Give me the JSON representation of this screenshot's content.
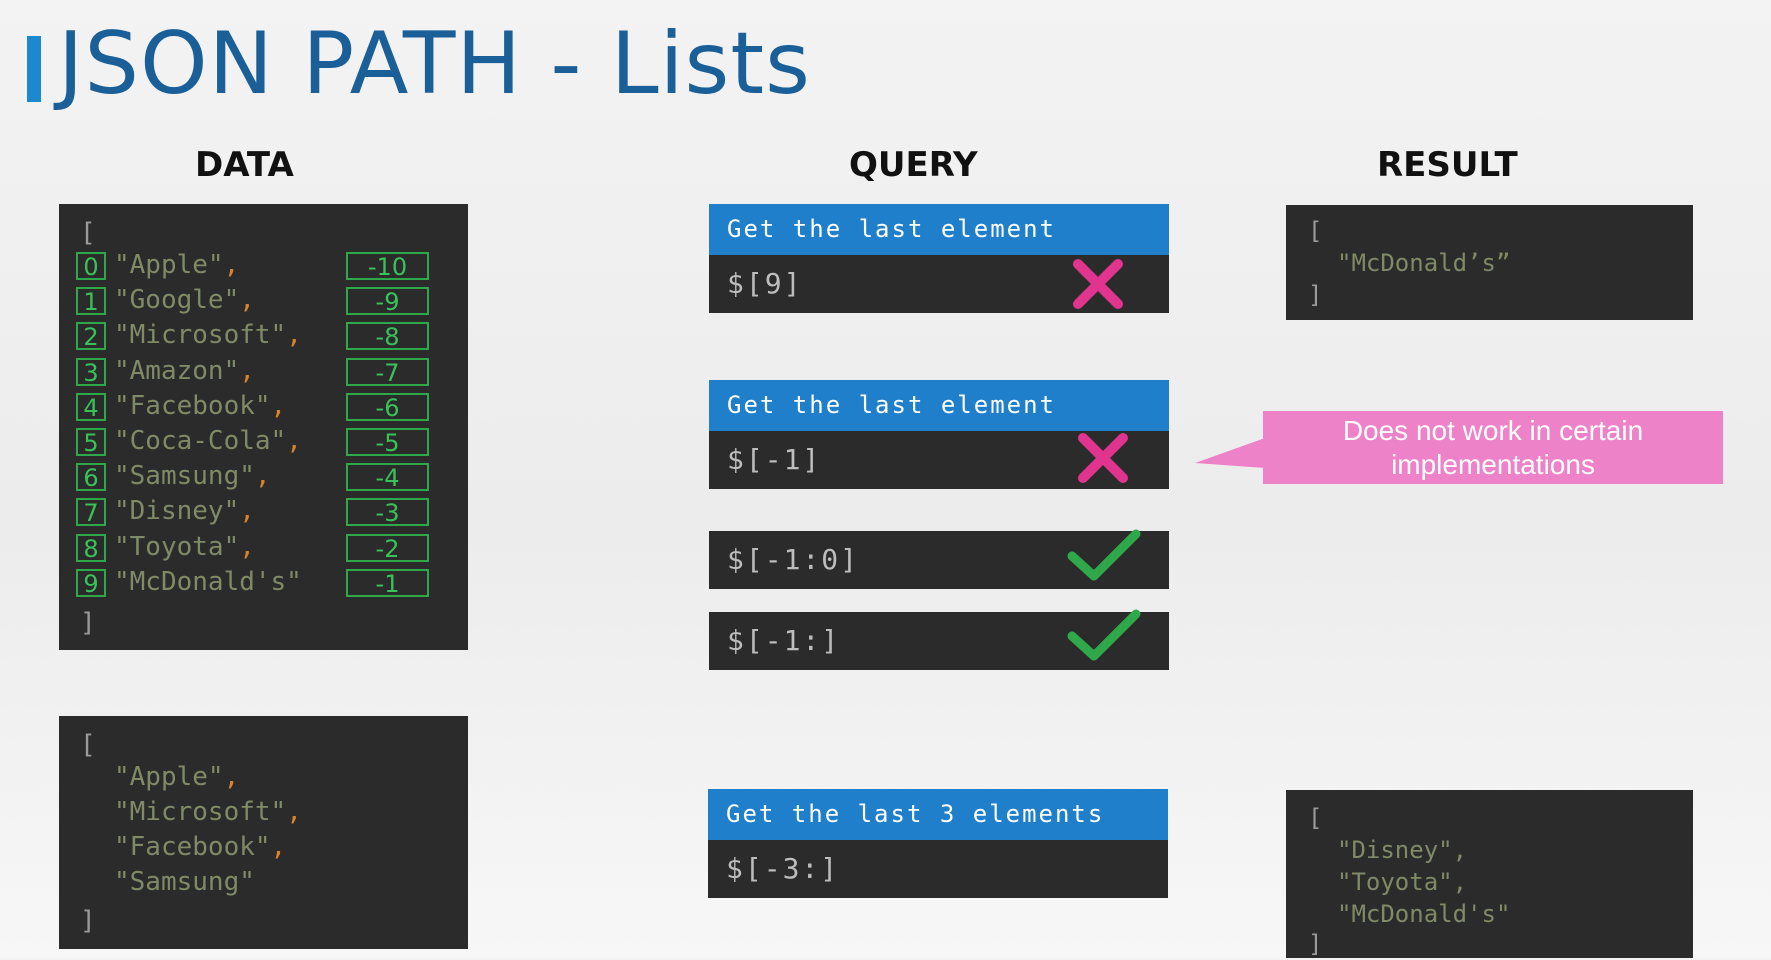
{
  "title": "JSON PATH - Lists",
  "columns": {
    "data": "DATA",
    "query": "QUERY",
    "result": "RESULT"
  },
  "data_panel": {
    "open": "[",
    "close": "]",
    "items": [
      {
        "index": "0",
        "text": "\"Apple\"",
        "comma": ",",
        "neg": "-10"
      },
      {
        "index": "1",
        "text": "\"Google\"",
        "comma": ",",
        "neg": "-9"
      },
      {
        "index": "2",
        "text": "\"Microsoft\"",
        "comma": ",",
        "neg": "-8"
      },
      {
        "index": "3",
        "text": "\"Amazon\"",
        "comma": ",",
        "neg": "-7"
      },
      {
        "index": "4",
        "text": "\"Facebook\"",
        "comma": ",",
        "neg": "-6"
      },
      {
        "index": "5",
        "text": "\"Coca-Cola\"",
        "comma": ",",
        "neg": "-5"
      },
      {
        "index": "6",
        "text": "\"Samsung\"",
        "comma": ",",
        "neg": "-4"
      },
      {
        "index": "7",
        "text": "\"Disney\"",
        "comma": ",",
        "neg": "-3"
      },
      {
        "index": "8",
        "text": "\"Toyota\"",
        "comma": ",",
        "neg": "-2"
      },
      {
        "index": "9",
        "text": "\"McDonald's\"",
        "comma": "",
        "neg": "-1"
      }
    ]
  },
  "data_panel2": {
    "open": "[",
    "close": "]",
    "items": [
      {
        "text": "\"Apple\"",
        "comma": ","
      },
      {
        "text": "\"Microsoft\"",
        "comma": ","
      },
      {
        "text": "\"Facebook\"",
        "comma": ","
      },
      {
        "text": "\"Samsung\"",
        "comma": ""
      }
    ]
  },
  "queries": {
    "q1": {
      "label": "Get the last element",
      "code": "$[9]",
      "status": "cross"
    },
    "q2": {
      "label": "Get the last element",
      "code": "$[-1]",
      "status": "cross"
    },
    "q3": {
      "code": "$[-1:0]",
      "status": "check"
    },
    "q4": {
      "code": "$[-1:]",
      "status": "check"
    },
    "q5": {
      "label": "Get the last 3 elements",
      "code": "$[-3:]"
    }
  },
  "results": {
    "r1": {
      "open": "[",
      "lines": [
        "\"McDonald’s”"
      ],
      "close": "]"
    },
    "r2": {
      "open": "[",
      "lines": [
        "\"Disney\",",
        "\"Toyota\",",
        "\"McDonald's\""
      ],
      "close": "]"
    }
  },
  "callout": {
    "text": "Does not work in certain implementations"
  },
  "colors": {
    "accent": "#1f7fcb",
    "title": "#1b5f99",
    "panel": "#2b2b2b",
    "index_box": "#2fa84a",
    "cross": "#e0348f",
    "check": "#2fa84a",
    "callout": "#ee82c8"
  }
}
